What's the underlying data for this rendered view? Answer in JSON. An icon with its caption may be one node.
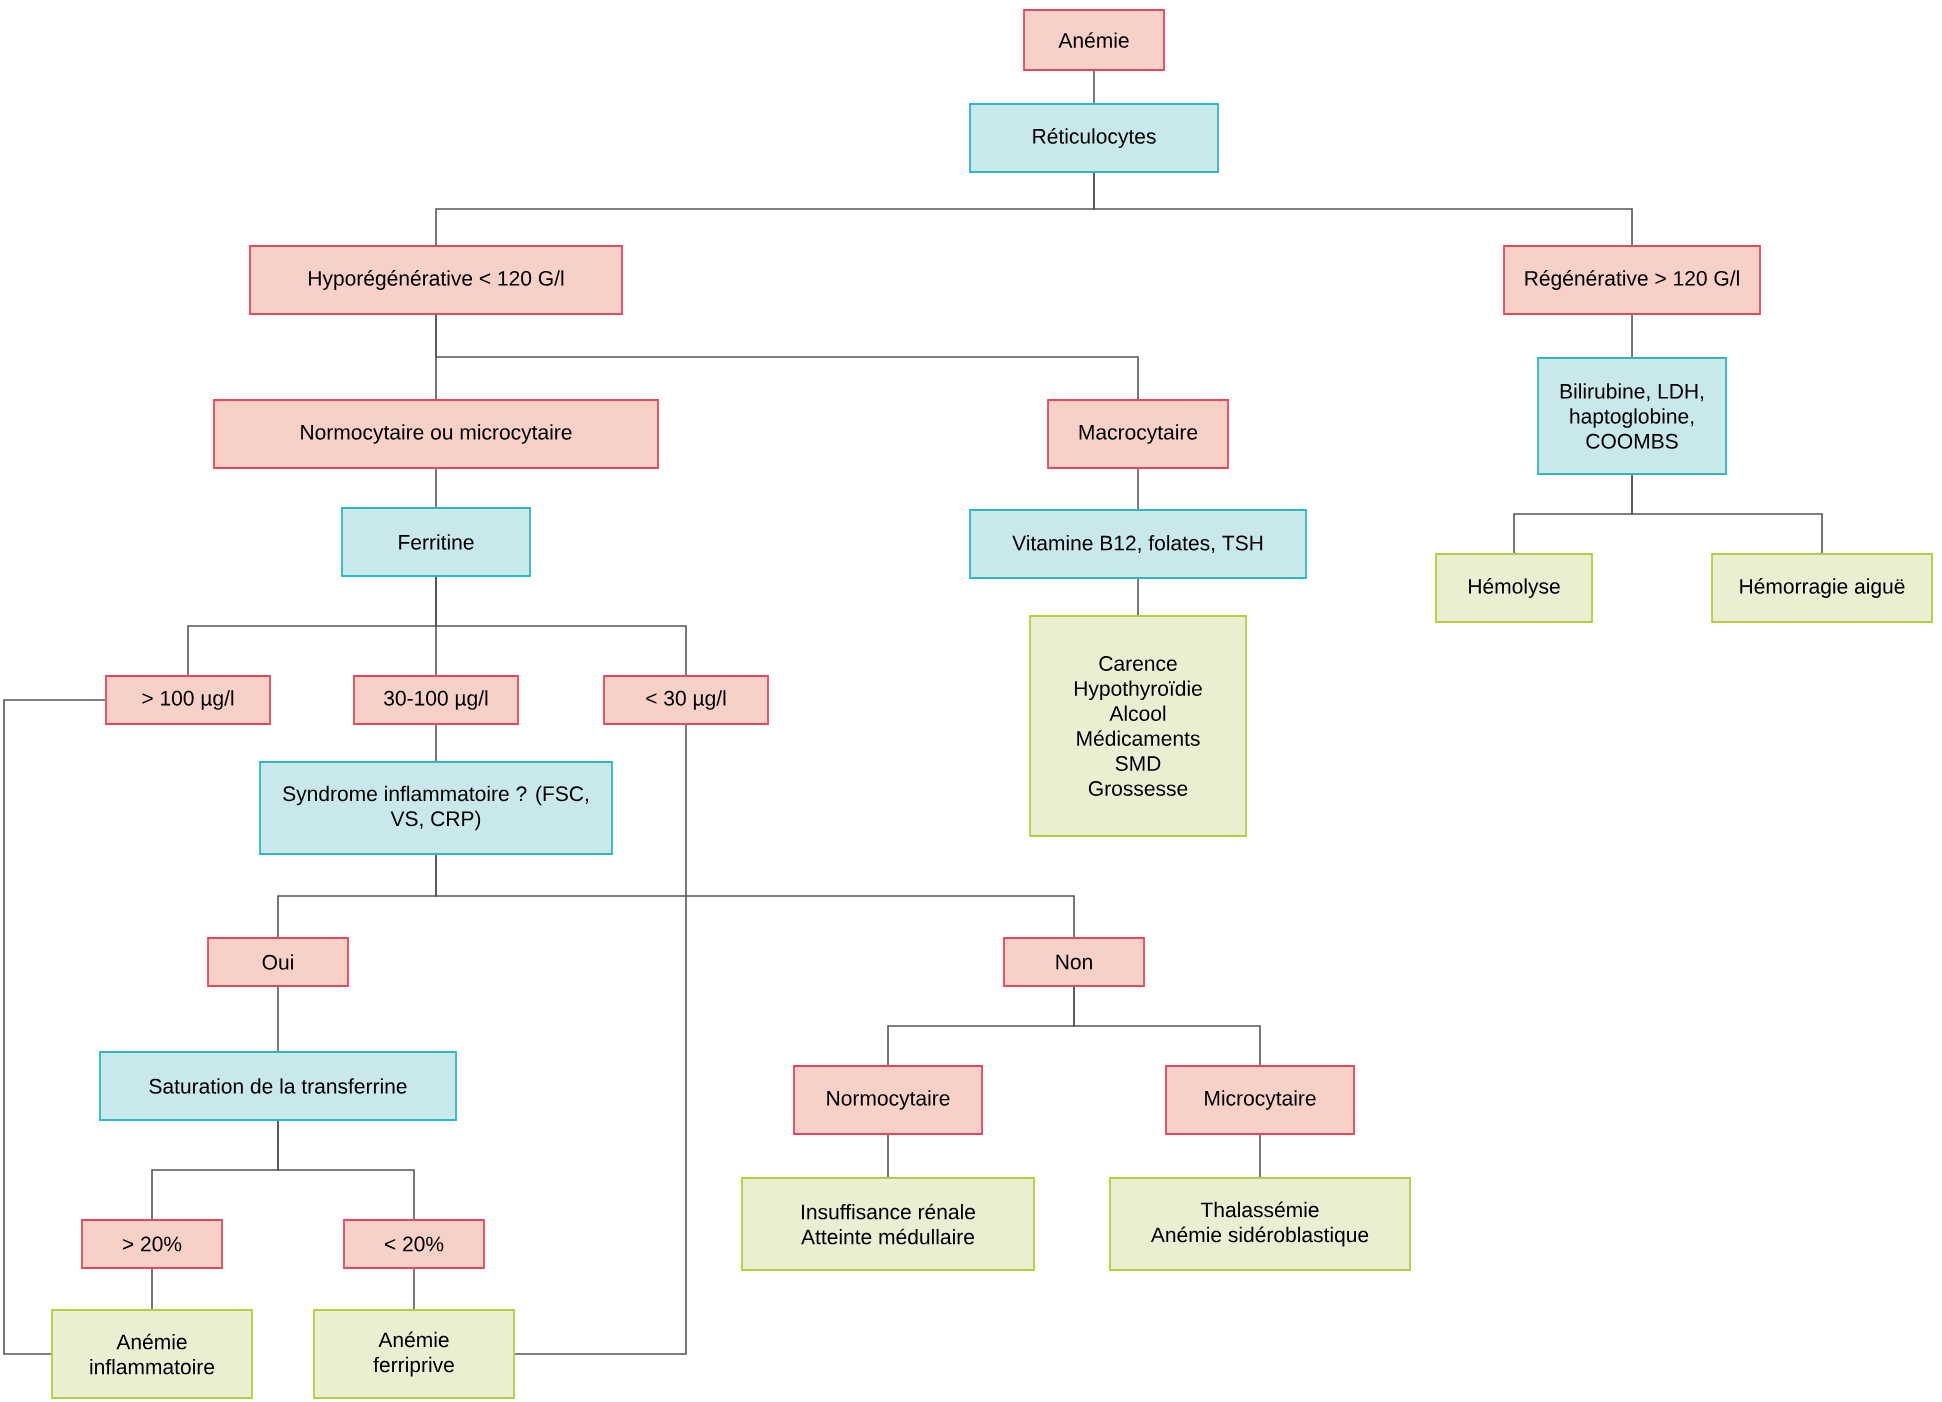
{
  "diagram": {
    "nodes": [
      {
        "text": [
          "Anémie"
        ]
      },
      {
        "text": [
          "Réticulocytes"
        ]
      },
      {
        "text": [
          "Hyporégénérative < 120 G/l"
        ]
      },
      {
        "text": [
          "Régénérative > 120 G/l"
        ]
      },
      {
        "text": [
          "Normocytaire ou microcytaire"
        ]
      },
      {
        "text": [
          "Macrocytaire"
        ]
      },
      {
        "text": [
          "Bilirubine, LDH, haptoglobine, COOMBS"
        ]
      },
      {
        "text": [
          "Ferritine"
        ]
      },
      {
        "text": [
          "Vitamine B12, folates, TSH"
        ]
      },
      {
        "text": [
          "Hémolyse"
        ]
      },
      {
        "text": [
          "Hémorragie aiguë"
        ]
      },
      {
        "text": [
          "> 100 µg/l"
        ]
      },
      {
        "text": [
          "30-100 µg/l"
        ]
      },
      {
        "text": [
          "< 30 µg/l"
        ]
      },
      {
        "text": [
          "Carence",
          "Hypothyroïdie",
          "Alcool",
          "Médicaments",
          "SMD",
          "Grossesse"
        ]
      },
      {
        "text": [
          "Syndrome inflammatoire ? (FSC, VS, CRP)"
        ]
      },
      {
        "text": [
          "Oui"
        ]
      },
      {
        "text": [
          "Non"
        ]
      },
      {
        "text": [
          "Saturation de la transferrine"
        ]
      },
      {
        "text": [
          "Normocytaire"
        ]
      },
      {
        "text": [
          "Microcytaire"
        ]
      },
      {
        "text": [
          "> 20%"
        ]
      },
      {
        "text": [
          "< 20%"
        ]
      },
      {
        "text": [
          "Insuffisance rénale",
          "Atteinte médullaire"
        ]
      },
      {
        "text": [
          "Thalassémie",
          "Anémie sidéroblastique"
        ]
      },
      {
        "text": [
          "Anémie inflammatoire"
        ]
      },
      {
        "text": [
          "Anémie ferriprive"
        ]
      }
    ],
    "edges": [
      {
        "from": 0,
        "to": 1,
        "arrow": "none"
      },
      {
        "from": 1,
        "to": 2,
        "arrow": "none"
      },
      {
        "from": 1,
        "to": 3,
        "arrow": "none"
      },
      {
        "from": 2,
        "to": 4,
        "arrow": "none"
      },
      {
        "from": 2,
        "to": 5,
        "arrow": "none"
      },
      {
        "from": 3,
        "to": 6,
        "arrow": "none"
      },
      {
        "from": 4,
        "to": 7,
        "arrow": "none"
      },
      {
        "from": 5,
        "to": 8,
        "arrow": "none"
      },
      {
        "from": 6,
        "to": 9,
        "arrow": "none"
      },
      {
        "from": 6,
        "to": 10,
        "arrow": "none"
      },
      {
        "from": 7,
        "to": 11,
        "arrow": "none"
      },
      {
        "from": 7,
        "to": 12,
        "arrow": "none"
      },
      {
        "from": 7,
        "to": 13,
        "arrow": "none"
      },
      {
        "from": 8,
        "to": 14,
        "arrow": "none"
      },
      {
        "from": 12,
        "to": 15,
        "arrow": "none"
      },
      {
        "from": 15,
        "to": 16,
        "arrow": "none"
      },
      {
        "from": 15,
        "to": 17,
        "arrow": "none"
      },
      {
        "from": 16,
        "to": 18,
        "arrow": "none"
      },
      {
        "from": 17,
        "to": 19,
        "arrow": "none"
      },
      {
        "from": 17,
        "to": 20,
        "arrow": "none"
      },
      {
        "from": 18,
        "to": 21,
        "arrow": "none"
      },
      {
        "from": 18,
        "to": 22,
        "arrow": "none"
      },
      {
        "from": 19,
        "to": 23,
        "arrow": "none"
      },
      {
        "from": 20,
        "to": 24,
        "arrow": "none"
      },
      {
        "from": 21,
        "to": 25,
        "arrow": "none"
      },
      {
        "from": 22,
        "to": 26,
        "arrow": "none"
      },
      {
        "from": 11,
        "to": 25,
        "arrow": "none"
      },
      {
        "from": 13,
        "to": 26,
        "arrow": "none"
      }
    ]
  }
}
